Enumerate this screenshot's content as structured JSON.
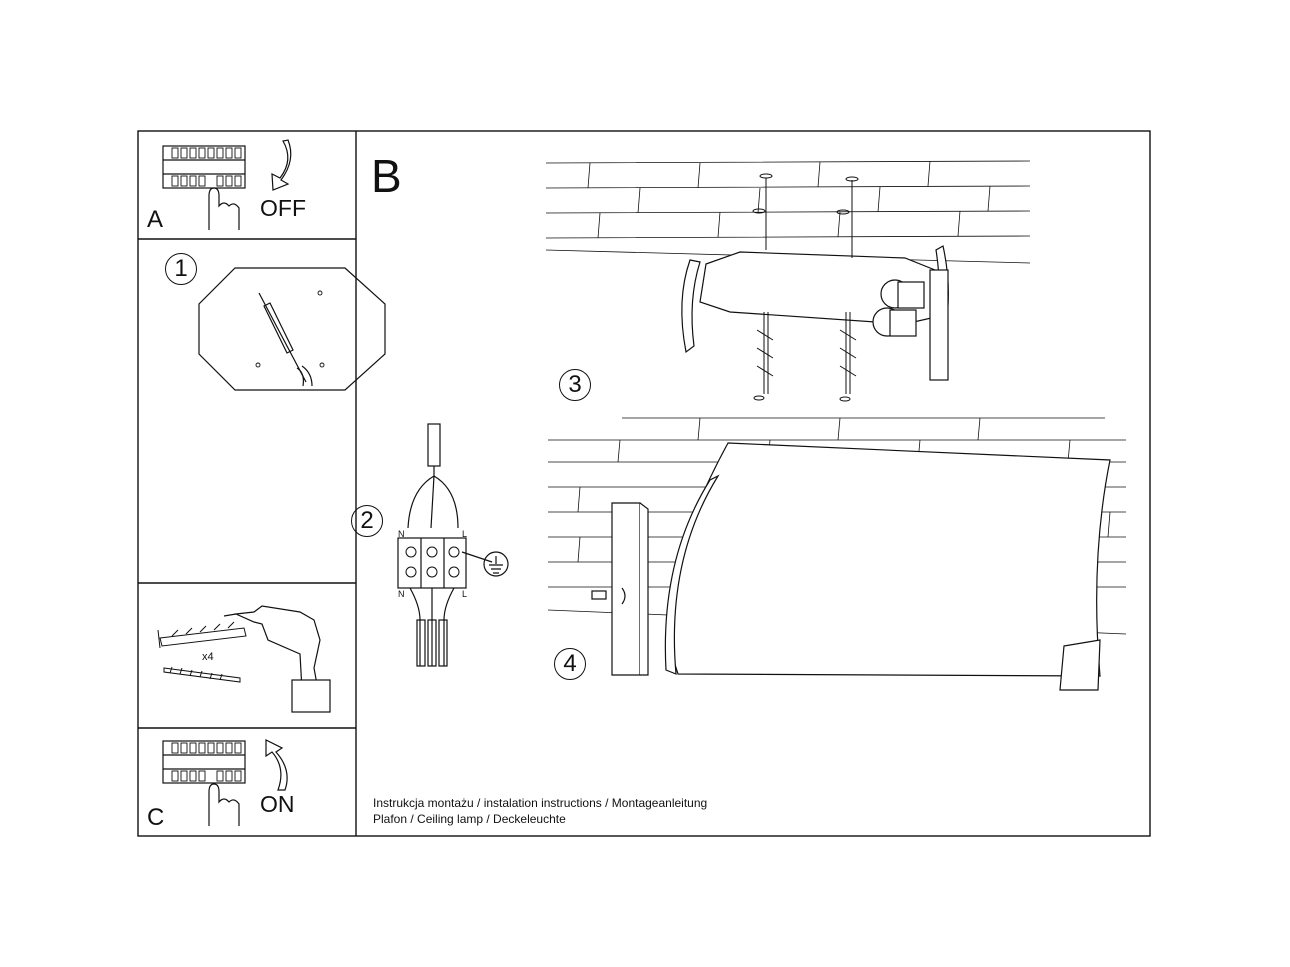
{
  "panels": {
    "a": {
      "letter": "A",
      "state": "OFF"
    },
    "b": {
      "letter": "B"
    },
    "c": {
      "letter": "C",
      "state": "ON"
    }
  },
  "steps": [
    "1",
    "2",
    "3",
    "4"
  ],
  "drill_panel": {
    "quantity": "x4"
  },
  "wiring": {
    "n_top": "N",
    "l_top": "L",
    "n_bottom": "N",
    "l_bottom": "L"
  },
  "caption": {
    "line1": "Instrukcja montażu / instalation instructions / Montageanleitung",
    "line2": "Plafon / Ceiling lamp / Deckeleuchte"
  }
}
